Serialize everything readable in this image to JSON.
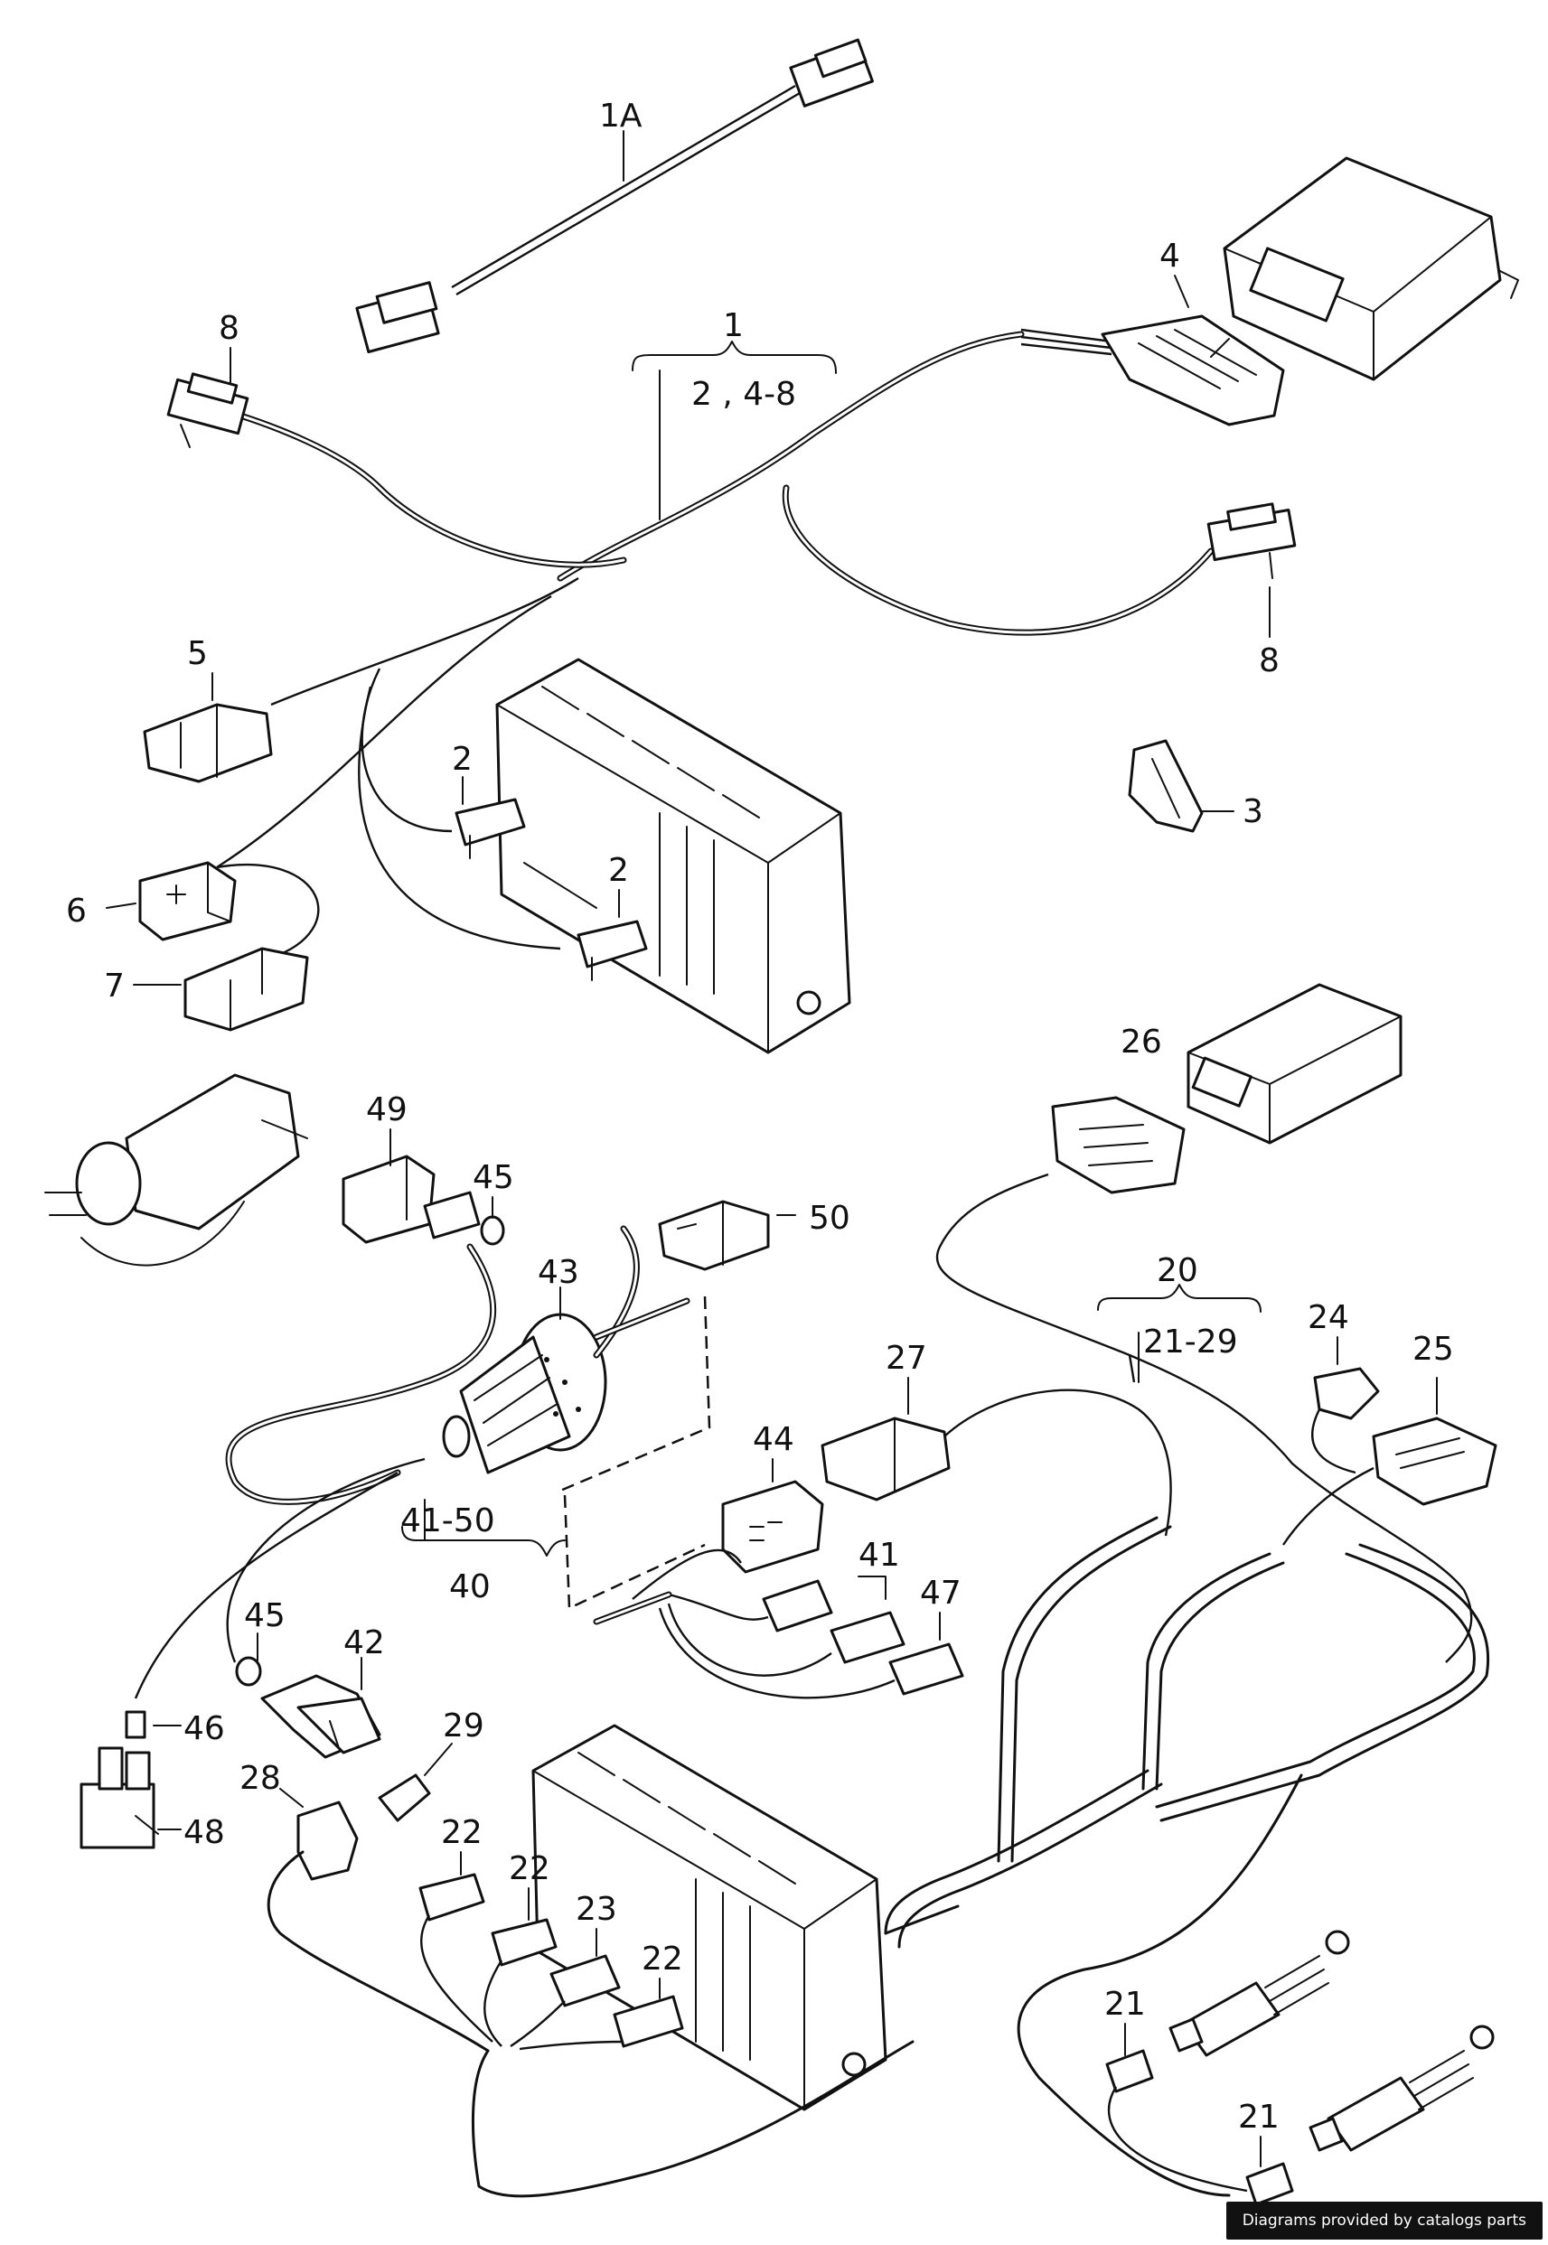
{
  "labels": {
    "l1A": "1A",
    "l1": "1",
    "l1sub": "2 , 4-8",
    "l2a": "2",
    "l2b": "2",
    "l3": "3",
    "l4": "4",
    "l5": "5",
    "l6": "6",
    "l7": "7",
    "l8a": "8",
    "l8b": "8",
    "l20": "20",
    "l20sub": "21-29",
    "l21a": "21",
    "l21b": "21",
    "l22a": "22",
    "l22b": "22",
    "l22c": "22",
    "l23": "23",
    "l24": "24",
    "l25": "25",
    "l26": "26",
    "l27": "27",
    "l28": "28",
    "l29": "29",
    "l40": "40",
    "l40sub": "41-50",
    "l41": "41",
    "l42": "42",
    "l43": "43",
    "l44": "44",
    "l45a": "45",
    "l45b": "45",
    "l46": "46",
    "l47": "47",
    "l48": "48",
    "l49": "49",
    "l50": "50"
  },
  "watermark": "Diagrams provided by catalogs parts"
}
